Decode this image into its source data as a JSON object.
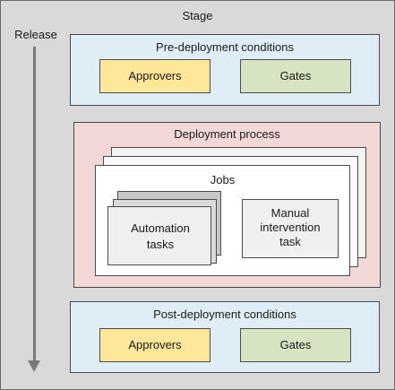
{
  "stage": {
    "title": "Stage"
  },
  "release": {
    "label": "Release"
  },
  "pre_deployment": {
    "title": "Pre-deployment conditions",
    "approvers": "Approvers",
    "gates": "Gates"
  },
  "deployment_process": {
    "title": "Deployment process",
    "jobs": {
      "title": "Jobs",
      "automation_tasks": "Automation\ntasks",
      "manual_task": "Manual\nintervention\ntask"
    }
  },
  "post_deployment": {
    "title": "Post-deployment conditions",
    "approvers": "Approvers",
    "gates": "Gates"
  },
  "colors": {
    "stage_bg": "#d9d9d9",
    "conditions_bg": "#deedf6",
    "deployment_bg": "#f3d8d8",
    "approvers_bg": "#ffe799",
    "gates_bg": "#d6e4c2",
    "arrow": "#7a7a7a"
  }
}
